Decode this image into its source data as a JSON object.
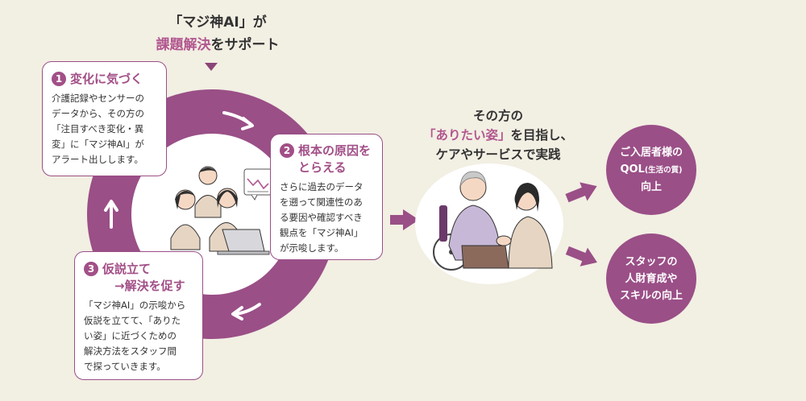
{
  "heading": {
    "line1": "「マジ神AI」が",
    "line2_accent": "課題解決",
    "line2_rest": "をサポート"
  },
  "steps": [
    {
      "number": "1",
      "title": "変化に気づく",
      "title_line2": "",
      "body": [
        "介護記録やセンサーの",
        "データから、その方の",
        "「注目すべき変化・異",
        "変」に「マジ神AI」が",
        "アラート出しします。"
      ]
    },
    {
      "number": "2",
      "title": "根本の原因を",
      "title_line2": "とらえる",
      "body": [
        "さらに過去のデータ",
        "を遡って関連性のあ",
        "る要因や確認すべき",
        "観点を「マジ神AI」",
        "が示唆します。"
      ]
    },
    {
      "number": "3",
      "title": "仮説立て",
      "title_line2": "→解決を促す",
      "body": [
        "「マジ神AI」の示唆から",
        "仮説を立てて、「ありた",
        "い姿」に近づくための",
        "解決方法をスタッフ間",
        "で探っていきます。"
      ]
    }
  ],
  "middle": {
    "line1": "その方の",
    "line2_accent": "「ありたい姿」",
    "line2_rest": "を目指し、",
    "line3": "ケアやサービスで実践"
  },
  "outcomes": [
    {
      "line1": "ご入居者様の",
      "line2_main": "QOL",
      "line2_small": "(生活の質)",
      "line3": "向上"
    },
    {
      "line1": "スタッフの",
      "line2_main": "人財育成や",
      "line2_small": "",
      "line3": "スキルの向上"
    }
  ],
  "colors": {
    "accent": "#9a4f87",
    "background": "#f2efe3"
  }
}
